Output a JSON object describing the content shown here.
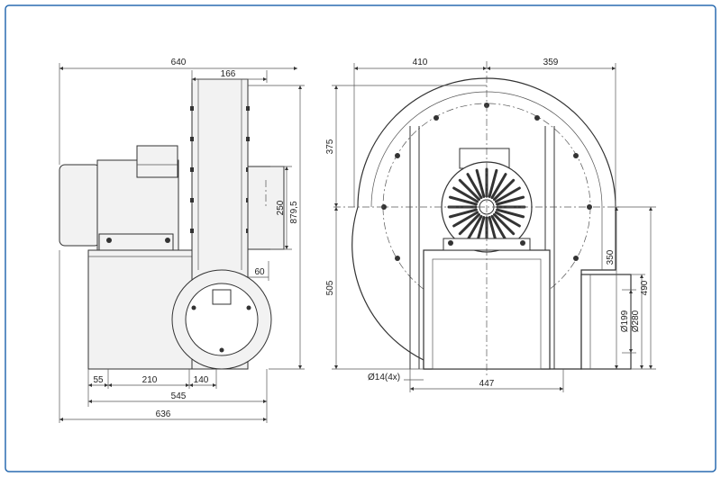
{
  "dimensions": {
    "side_view": {
      "overall_width_top": "640",
      "housing_width": "166",
      "outlet_height": "250",
      "overall_height": "879,5",
      "outlet_offset": "60",
      "foot_a": "55",
      "foot_b": "210",
      "foot_c": "140",
      "base_length": "545",
      "overall_width_bottom": "636"
    },
    "front_view": {
      "left_width": "410",
      "right_width": "359",
      "upper_height": "375",
      "lower_height": "505",
      "inlet_center_height": "350",
      "inlet_height": "490",
      "inlet_inner_dia": "Ø199",
      "inlet_outer_dia": "Ø280",
      "mount_holes": "Ø14(4x)",
      "base_width": "447"
    }
  },
  "colors": {
    "frame_border": "#2a6bb0",
    "line": "#333333",
    "fill_light": "#f2f2f2"
  }
}
